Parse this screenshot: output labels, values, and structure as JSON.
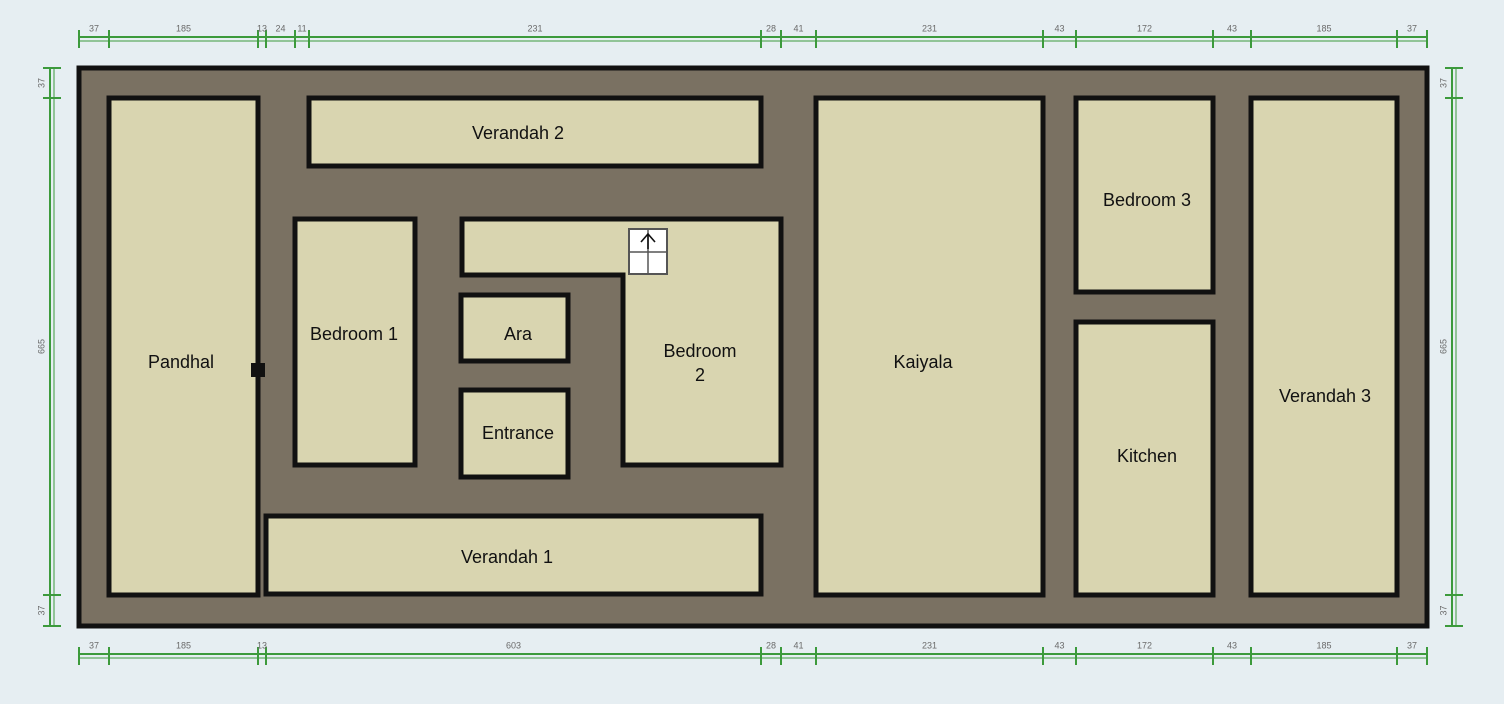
{
  "colors": {
    "background": "#e6eef2",
    "floor": "#7a7162",
    "wall": "#111111",
    "room_fill": "#d9d5b0",
    "dimension_line": "#3c9a3c"
  },
  "rooms": [
    {
      "id": "pandhal",
      "label": "Pandhal"
    },
    {
      "id": "verandah-2",
      "label": "Verandah 2"
    },
    {
      "id": "bedroom-1",
      "label": "Bedroom 1"
    },
    {
      "id": "ara",
      "label": "Ara"
    },
    {
      "id": "entrance",
      "label": "Entrance"
    },
    {
      "id": "bedroom-2",
      "label": "Bedroom",
      "label_line2": "2"
    },
    {
      "id": "verandah-1",
      "label": "Verandah 1"
    },
    {
      "id": "kaiyala",
      "label": "Kaiyala"
    },
    {
      "id": "bedroom-3",
      "label": "Bedroom 3"
    },
    {
      "id": "kitchen",
      "label": "Kitchen"
    },
    {
      "id": "verandah-3",
      "label": "Verandah 3"
    }
  ],
  "dimensions": {
    "top": [
      "37",
      "185",
      "13",
      "24",
      "11",
      "231",
      "28",
      "41",
      "231",
      "43",
      "172",
      "43",
      "185",
      "37"
    ],
    "bottom": [
      "37",
      "185",
      "13",
      "603",
      "28",
      "41",
      "231",
      "43",
      "172",
      "43",
      "185",
      "37"
    ],
    "left": [
      "37",
      "665",
      "37"
    ],
    "right": [
      "37",
      "665",
      "37"
    ]
  },
  "icons": {
    "stair": "stair-up-arrow-icon",
    "post": "post-marker-icon"
  }
}
